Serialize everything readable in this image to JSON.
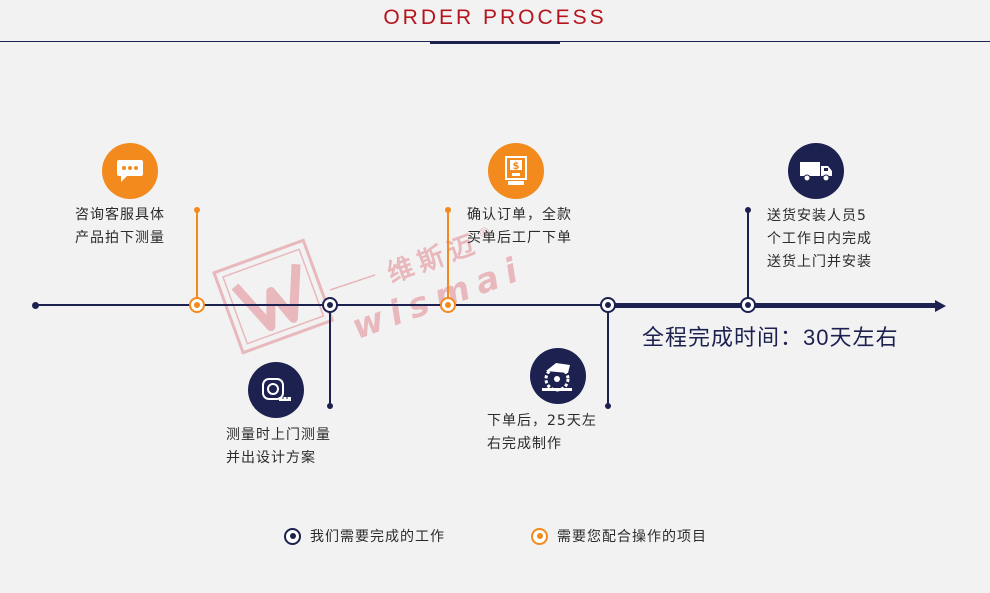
{
  "header": {
    "title": "ORDER PROCESS"
  },
  "watermark": {
    "cn": "维斯迈",
    "en": "wismai",
    "reg": "®"
  },
  "steps": [
    {
      "lines": [
        "咨询客服具体",
        "产品拍下测量"
      ],
      "icon": "chat-icon",
      "role": "customer"
    },
    {
      "lines": [
        "测量时上门测量",
        "并出设计方案"
      ],
      "icon": "tape-measure-icon",
      "role": "company"
    },
    {
      "lines": [
        "确认订单，全款",
        "买单后工厂下单"
      ],
      "icon": "payment-icon",
      "role": "customer"
    },
    {
      "lines": [
        "下单后，25天左",
        "右完成制作"
      ],
      "icon": "saw-icon",
      "role": "company"
    },
    {
      "lines": [
        "送货安装人员5",
        "个工作日内完成",
        "送货上门并安装"
      ],
      "icon": "truck-icon",
      "role": "company"
    }
  ],
  "total_time": "全程完成时间：30天左右",
  "legend": {
    "company": "我们需要完成的工作",
    "customer": "需要您配合操作的项目"
  },
  "colors": {
    "navy": "#1c2150",
    "orange": "#f28a1e",
    "title_red": "#b5141d"
  }
}
